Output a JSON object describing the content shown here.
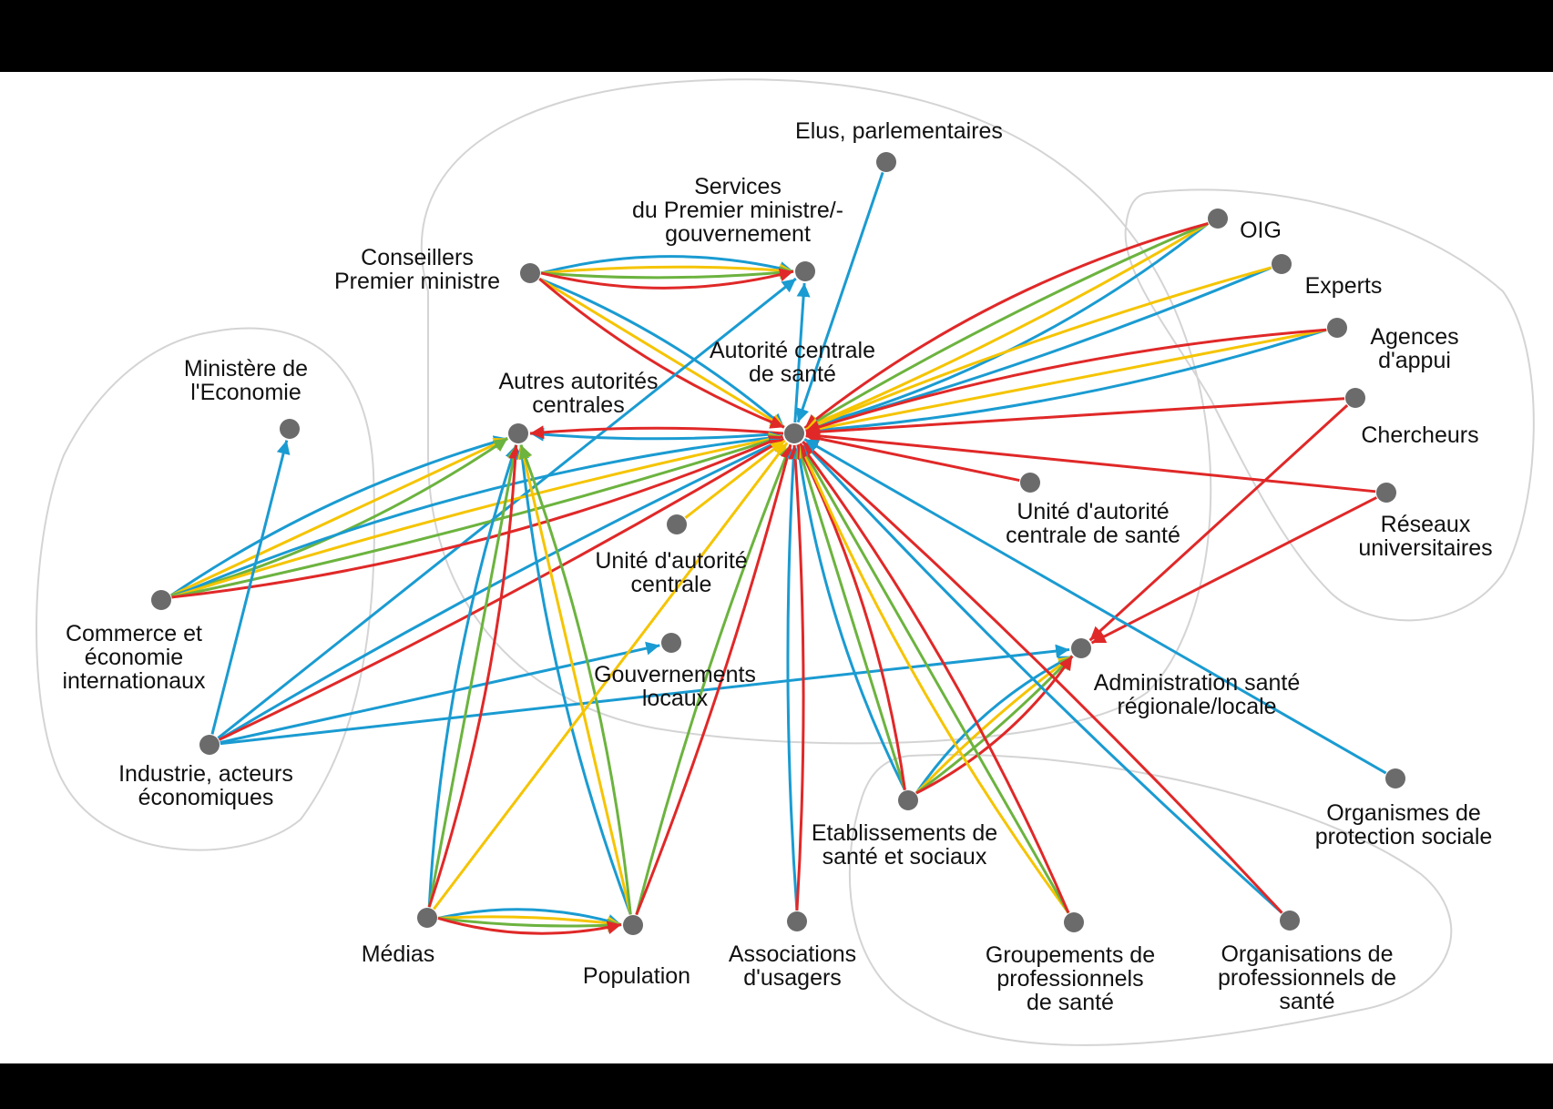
{
  "colors": {
    "blue": "#1a9bd1",
    "red": "#e02828",
    "green": "#6cb33f",
    "yellow": "#f5c400",
    "node": "#6b6b6b",
    "group_outline": "#d4d4d4"
  },
  "nodes": {
    "elus": {
      "label": [
        "Elus, parlementaires"
      ]
    },
    "services": {
      "label": [
        "Services",
        "du Premier ministre/-",
        "gouvernement"
      ]
    },
    "conseillers": {
      "label": [
        "Conseillers",
        "Premier ministre"
      ]
    },
    "ministere_eco": {
      "label": [
        "Ministère de",
        "l'Economie"
      ]
    },
    "autres_autorites": {
      "label": [
        "Autres autorités",
        "centrales"
      ]
    },
    "autorite_centrale": {
      "label": [
        "Autorité centrale",
        "de santé"
      ]
    },
    "oig": {
      "label": [
        "OIG"
      ]
    },
    "experts": {
      "label": [
        "Experts"
      ]
    },
    "agences": {
      "label": [
        "Agences",
        "d'appui"
      ]
    },
    "chercheurs": {
      "label": [
        "Chercheurs"
      ]
    },
    "reseaux": {
      "label": [
        "Réseaux",
        "universitaires"
      ]
    },
    "unite_acs": {
      "label": [
        "Unité d'autorité",
        "centrale de santé"
      ]
    },
    "unite_ac": {
      "label": [
        "Unité d'autorité",
        "centrale"
      ]
    },
    "commerce": {
      "label": [
        "Commerce et",
        "économie",
        "internationaux"
      ]
    },
    "gouvernements_locaux": {
      "label": [
        "Gouvernements",
        "locaux"
      ]
    },
    "admin_sante": {
      "label": [
        "Administration santé",
        "régionale/locale"
      ]
    },
    "industrie": {
      "label": [
        "Industrie, acteurs",
        "économiques"
      ]
    },
    "etablissements": {
      "label": [
        "Etablissements de",
        "santé et sociaux"
      ]
    },
    "organismes": {
      "label": [
        "Organismes de",
        "protection sociale"
      ]
    },
    "medias": {
      "label": [
        "Médias"
      ]
    },
    "population": {
      "label": [
        "Population"
      ]
    },
    "associations": {
      "label": [
        "Associations",
        "d'usagers"
      ]
    },
    "groupements": {
      "label": [
        "Groupements de",
        "professionnels",
        "de santé"
      ]
    },
    "organisations": {
      "label": [
        "Organisations de",
        "professionnels de",
        "santé"
      ]
    }
  },
  "edges": [
    {
      "from": "elus",
      "to": "autorite_centrale",
      "colors": [
        "blue"
      ]
    },
    {
      "from": "conseillers",
      "to": "services",
      "colors": [
        "blue",
        "yellow",
        "green",
        "red"
      ]
    },
    {
      "from": "conseillers",
      "to": "autorite_centrale",
      "colors": [
        "blue",
        "yellow",
        "red"
      ]
    },
    {
      "from": "autorite_centrale",
      "to": "services",
      "colors": [
        "blue"
      ]
    },
    {
      "from": "industrie",
      "to": "services",
      "colors": [
        "blue"
      ]
    },
    {
      "from": "autorite_centrale",
      "to": "autres_autorites",
      "colors": [
        "blue",
        "red"
      ]
    },
    {
      "from": "oig",
      "to": "autorite_centrale",
      "colors": [
        "blue",
        "yellow",
        "green",
        "red"
      ]
    },
    {
      "from": "experts",
      "to": "autorite_centrale",
      "colors": [
        "blue",
        "yellow"
      ]
    },
    {
      "from": "agences",
      "to": "autorite_centrale",
      "colors": [
        "blue",
        "yellow",
        "red"
      ]
    },
    {
      "from": "chercheurs",
      "to": "autorite_centrale",
      "colors": [
        "red"
      ]
    },
    {
      "from": "reseaux",
      "to": "autorite_centrale",
      "colors": [
        "red"
      ]
    },
    {
      "from": "unite_acs",
      "to": "autorite_centrale",
      "colors": [
        "red"
      ]
    },
    {
      "from": "chercheurs",
      "to": "admin_sante",
      "colors": [
        "red"
      ]
    },
    {
      "from": "reseaux",
      "to": "admin_sante",
      "colors": [
        "red"
      ]
    },
    {
      "from": "commerce",
      "to": "autres_autorites",
      "colors": [
        "blue",
        "yellow",
        "green"
      ]
    },
    {
      "from": "commerce",
      "to": "autorite_centrale",
      "colors": [
        "blue",
        "yellow",
        "green",
        "red"
      ]
    },
    {
      "from": "industrie",
      "to": "ministere_eco",
      "colors": [
        "blue"
      ]
    },
    {
      "from": "industrie",
      "to": "autorite_centrale",
      "colors": [
        "blue",
        "red"
      ]
    },
    {
      "from": "industrie",
      "to": "gouvernements_locaux",
      "colors": [
        "blue"
      ]
    },
    {
      "from": "industrie",
      "to": "admin_sante",
      "colors": [
        "blue"
      ]
    },
    {
      "from": "unite_ac",
      "to": "autorite_centrale",
      "colors": [
        "yellow"
      ]
    },
    {
      "from": "medias",
      "to": "autres_autorites",
      "colors": [
        "blue",
        "green",
        "red"
      ]
    },
    {
      "from": "population",
      "to": "autres_autorites",
      "colors": [
        "blue",
        "yellow",
        "green"
      ]
    },
    {
      "from": "medias",
      "to": "autorite_centrale",
      "colors": [
        "yellow"
      ]
    },
    {
      "from": "population",
      "to": "autorite_centrale",
      "colors": [
        "green",
        "red"
      ]
    },
    {
      "from": "medias",
      "to": "population",
      "colors": [
        "blue",
        "yellow",
        "green",
        "red"
      ]
    },
    {
      "from": "associations",
      "to": "autorite_centrale",
      "colors": [
        "blue",
        "red"
      ]
    },
    {
      "from": "etablissements",
      "to": "autorite_centrale",
      "colors": [
        "blue",
        "green",
        "red"
      ]
    },
    {
      "from": "etablissements",
      "to": "admin_sante",
      "colors": [
        "blue",
        "yellow",
        "green",
        "red"
      ]
    },
    {
      "from": "groupements",
      "to": "autorite_centrale",
      "colors": [
        "yellow",
        "green",
        "red"
      ]
    },
    {
      "from": "organisations",
      "to": "autorite_centrale",
      "colors": [
        "blue",
        "red"
      ]
    },
    {
      "from": "organismes",
      "to": "autorite_centrale",
      "colors": [
        "blue"
      ]
    }
  ]
}
